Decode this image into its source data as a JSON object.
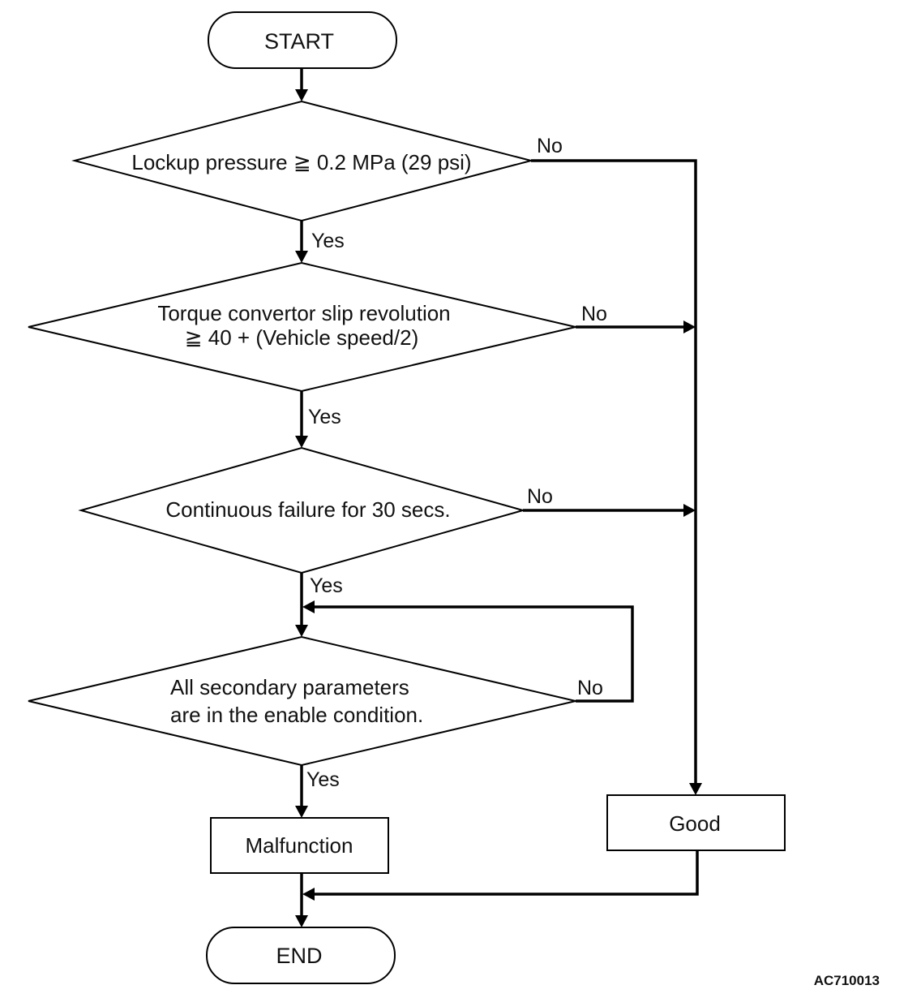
{
  "start": "START",
  "end": "END",
  "decision1": {
    "text": "Lockup pressure ≧ 0.2 MPa (29 psi)",
    "yes": "Yes",
    "no": "No"
  },
  "decision2": {
    "line1": "Torque convertor slip revolution",
    "line2": "≧ 40 + (Vehicle speed/2)",
    "yes": "Yes",
    "no": "No"
  },
  "decision3": {
    "text": "Continuous failure for 30 secs.",
    "yes": "Yes",
    "no": "No"
  },
  "decision4": {
    "line1": "All secondary parameters",
    "line2": "are in the enable condition.",
    "yes": "Yes",
    "no": "No"
  },
  "malfunction": "Malfunction",
  "good": "Good",
  "figure_code": "AC710013"
}
